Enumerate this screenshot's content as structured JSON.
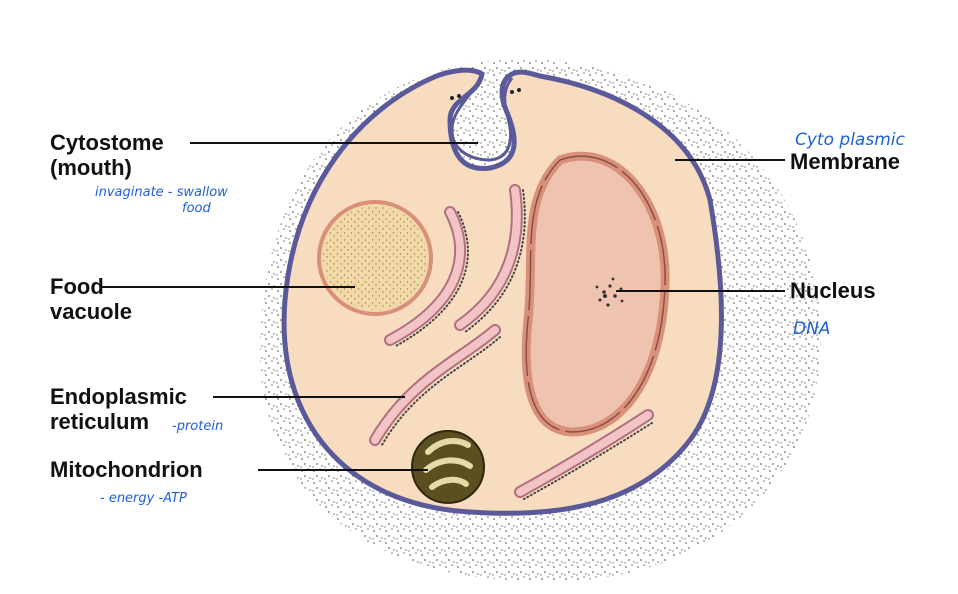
{
  "labels": {
    "cytostome": "Cytostome",
    "cytostome_sub": "(mouth)",
    "membrane": "Membrane",
    "food": "Food",
    "food_sub": "vacuole",
    "nucleus": "Nucleus",
    "er": "Endoplasmic",
    "er_sub": "reticulum",
    "mito": "Mitochondrion"
  },
  "notes": {
    "membrane": "Cyto plasmic",
    "cytostome_1": "invaginate - swallow",
    "cytostome_2": "food",
    "nucleus": "DNA",
    "er": "-protein",
    "mito": "- energy -ATP"
  },
  "colors": {
    "cytoplasm": "#f8dcc0",
    "membrane": "#5a5a9a",
    "nucleus": "#eec4b0",
    "envelope": "#d9907a",
    "food_vacuole": "#f2d9a8",
    "er": "#f2c4c6",
    "mitochondrion": "#5a4f1e",
    "annotation": "#1f5fd6"
  }
}
